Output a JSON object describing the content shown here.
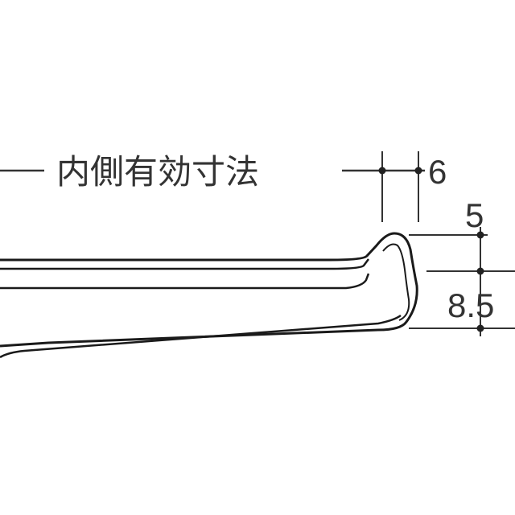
{
  "dimension_label": "内側有効寸法",
  "dimensions": {
    "top_width": "6",
    "lip_height": "5",
    "body_height": "8.5"
  },
  "colors": {
    "line": "#1a1a1a",
    "text": "#333333",
    "background": "#ffffff"
  }
}
